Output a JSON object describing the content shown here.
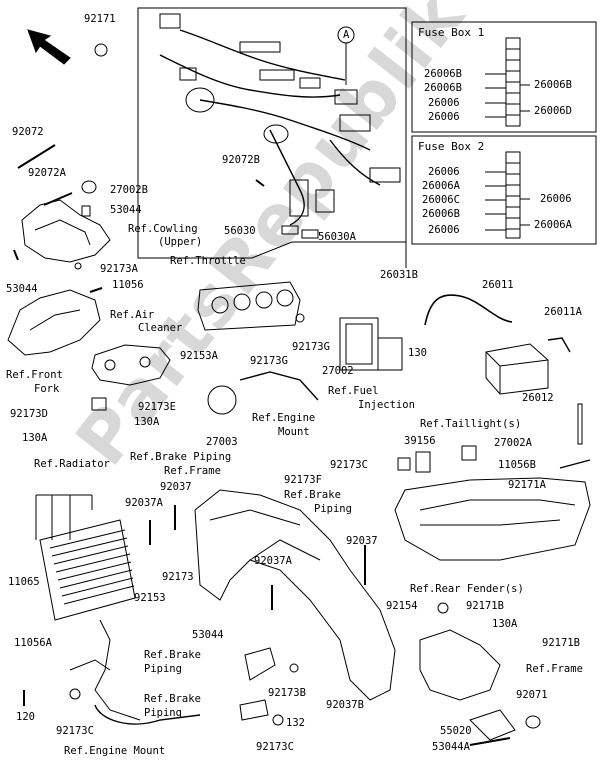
{
  "fuse_box_1": {
    "title": "Fuse Box 1",
    "left_labels": [
      "26006B",
      "26006B",
      "26006",
      "26006"
    ],
    "right_labels": [
      "26006B",
      "26006D"
    ]
  },
  "fuse_box_2": {
    "title": "Fuse Box 2",
    "left_labels": [
      "26006",
      "26006A",
      "26006C",
      "26006B",
      "26006"
    ],
    "right_labels": [
      "26006",
      "26006A"
    ]
  },
  "callout": "A",
  "watermark": "PartsRepublik",
  "part_numbers": {
    "p92171": "92171",
    "p92072": "92072",
    "p92072a": "92072A",
    "p27002b": "27002B",
    "p53044_top": "53044",
    "p92173a": "92173A",
    "p53044_left": "53044",
    "p11056": "11056",
    "p92072b": "92072B",
    "p56030": "56030",
    "p56030a": "56030A",
    "p26031b": "26031B",
    "p26011": "26011",
    "p26011a": "26011A",
    "p92153a": "92153A",
    "p92173g_a": "92173G",
    "p92173g_b": "92173G",
    "p27002": "27002",
    "p130_mid": "130",
    "p26012": "26012",
    "p92173d": "92173D",
    "p92173e": "92173E",
    "p130a_left": "130A",
    "p130a_mid": "130A",
    "p27003": "27003",
    "p39156": "39156",
    "p27002a": "27002A",
    "p92173c_mid": "92173C",
    "p11056b": "11056B",
    "p92171a": "92171A",
    "p92173f": "92173F",
    "p92037_a": "92037",
    "p92037a_top": "92037A",
    "p11065": "11065",
    "p92037_b": "92037",
    "p92173": "92173",
    "p92153": "92153",
    "p92037a_mid": "92037A",
    "p92154": "92154",
    "p92171b_a": "92171B",
    "p130a_right": "130A",
    "p92171b_b": "92171B",
    "p53044_bot": "53044",
    "p11056a": "11056A",
    "p92173b": "92173B",
    "p92037b": "92037B",
    "p132": "132",
    "p92071": "92071",
    "p120": "120",
    "p92173c_left": "92173C",
    "p92173c_bot": "92173C",
    "p55020": "55020",
    "p53044a": "53044A"
  },
  "references": {
    "cowling_1": "Ref.Cowling",
    "cowling_2": "(Upper)",
    "throttle": "Ref.Throttle",
    "air_1": "Ref.Air",
    "air_2": "Cleaner",
    "front_fork_1": "Ref.Front",
    "front_fork_2": "Fork",
    "fuel_inj_1": "Ref.Fuel",
    "fuel_inj_2": "Injection",
    "engine_mount_top_1": "Ref.Engine",
    "engine_mount_top_2": "Mount",
    "taillight": "Ref.Taillight(s)",
    "radiator": "Ref.Radiator",
    "brake_piping_top": "Ref.Brake Piping",
    "frame_top": "Ref.Frame",
    "brake_piping_mid_1": "Ref.Brake",
    "brake_piping_mid_2": "Piping",
    "rear_fender": "Ref.Rear Fender(s)",
    "brake_piping_low_1": "Ref.Brake",
    "brake_piping_low_2": "Piping",
    "frame_low": "Ref.Frame",
    "brake_piping_bot_1": "Ref.Brake",
    "brake_piping_bot_2": "Piping",
    "engine_mount_bot": "Ref.Engine Mount"
  }
}
